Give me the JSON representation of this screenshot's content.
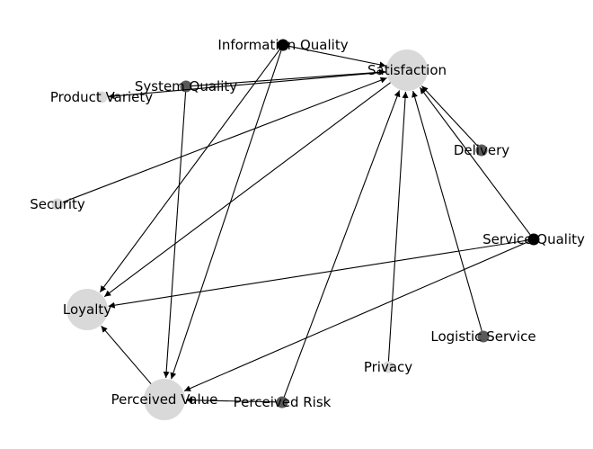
{
  "graph": {
    "nodes": [
      {
        "id": "information_quality",
        "label": "Information Quality",
        "shade": "black",
        "size": "small"
      },
      {
        "id": "satisfaction",
        "label": "Satisfaction",
        "shade": "light",
        "size": "large"
      },
      {
        "id": "system_quality",
        "label": "System Quality",
        "shade": "dark",
        "size": "small"
      },
      {
        "id": "product_variety",
        "label": "Product Variety",
        "shade": "light",
        "size": "small"
      },
      {
        "id": "delivery",
        "label": "Delivery",
        "shade": "dark",
        "size": "small"
      },
      {
        "id": "security",
        "label": "Security",
        "shade": "light",
        "size": "small"
      },
      {
        "id": "service_quality",
        "label": "Service Quality",
        "shade": "black",
        "size": "small"
      },
      {
        "id": "loyalty",
        "label": "Loyalty",
        "shade": "light",
        "size": "large"
      },
      {
        "id": "logistic_service",
        "label": "Logistic Service",
        "shade": "dark",
        "size": "small"
      },
      {
        "id": "privacy",
        "label": "Privacy",
        "shade": "light",
        "size": "small"
      },
      {
        "id": "perceived_value",
        "label": "Perceived Value",
        "shade": "light",
        "size": "large"
      },
      {
        "id": "perceived_risk",
        "label": "Perceived Risk",
        "shade": "dark",
        "size": "small"
      }
    ],
    "edges": [
      {
        "from": "information_quality",
        "to": "satisfaction"
      },
      {
        "from": "information_quality",
        "to": "loyalty"
      },
      {
        "from": "information_quality",
        "to": "perceived_value"
      },
      {
        "from": "system_quality",
        "to": "satisfaction"
      },
      {
        "from": "system_quality",
        "to": "perceived_value"
      },
      {
        "from": "satisfaction",
        "to": "product_variety"
      },
      {
        "from": "satisfaction",
        "to": "loyalty"
      },
      {
        "from": "security",
        "to": "satisfaction"
      },
      {
        "from": "delivery",
        "to": "satisfaction"
      },
      {
        "from": "service_quality",
        "to": "satisfaction"
      },
      {
        "from": "service_quality",
        "to": "loyalty"
      },
      {
        "from": "service_quality",
        "to": "perceived_value"
      },
      {
        "from": "logistic_service",
        "to": "satisfaction"
      },
      {
        "from": "privacy",
        "to": "satisfaction"
      },
      {
        "from": "perceived_risk",
        "to": "satisfaction"
      },
      {
        "from": "perceived_risk",
        "to": "perceived_value"
      },
      {
        "from": "perceived_value",
        "to": "loyalty"
      }
    ],
    "colors": {
      "black": "#000000",
      "dark": "#5a5a5a",
      "light": "#d9d9d9"
    }
  }
}
